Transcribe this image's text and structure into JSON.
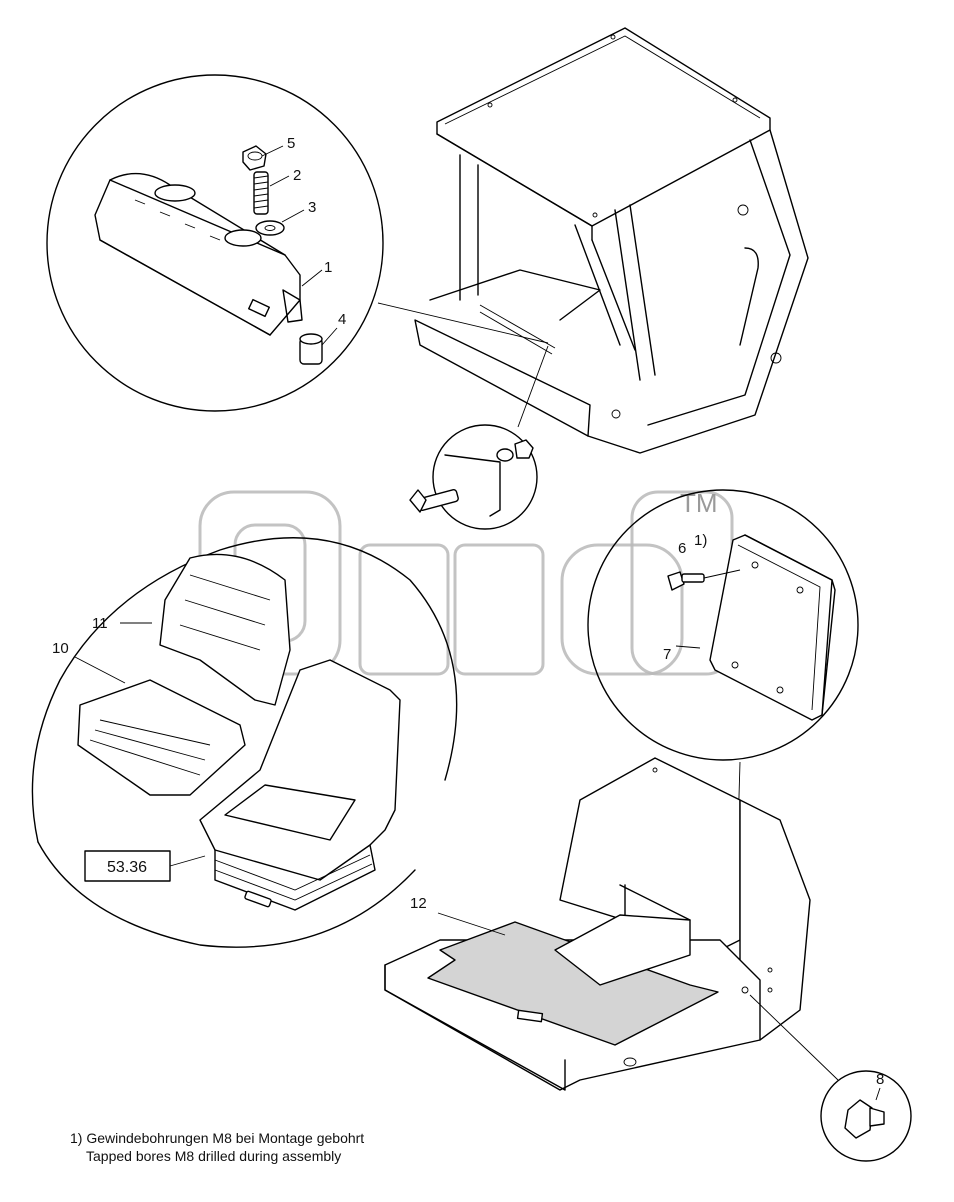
{
  "callouts": {
    "c1": "1",
    "c2": "2",
    "c3": "3",
    "c4": "4",
    "c5": "5",
    "c6": "6",
    "c6_note": "1)",
    "c7": "7",
    "c8": "8",
    "c10": "10",
    "c11": "11",
    "c12": "12"
  },
  "reference_box": "53.36",
  "footnote": {
    "line1": "1) Gewindebohrungen M8 bei Montage gebohrt",
    "line2": "Tapped bores M8 drilled during assembly"
  },
  "watermark": {
    "trademark": "TM"
  }
}
